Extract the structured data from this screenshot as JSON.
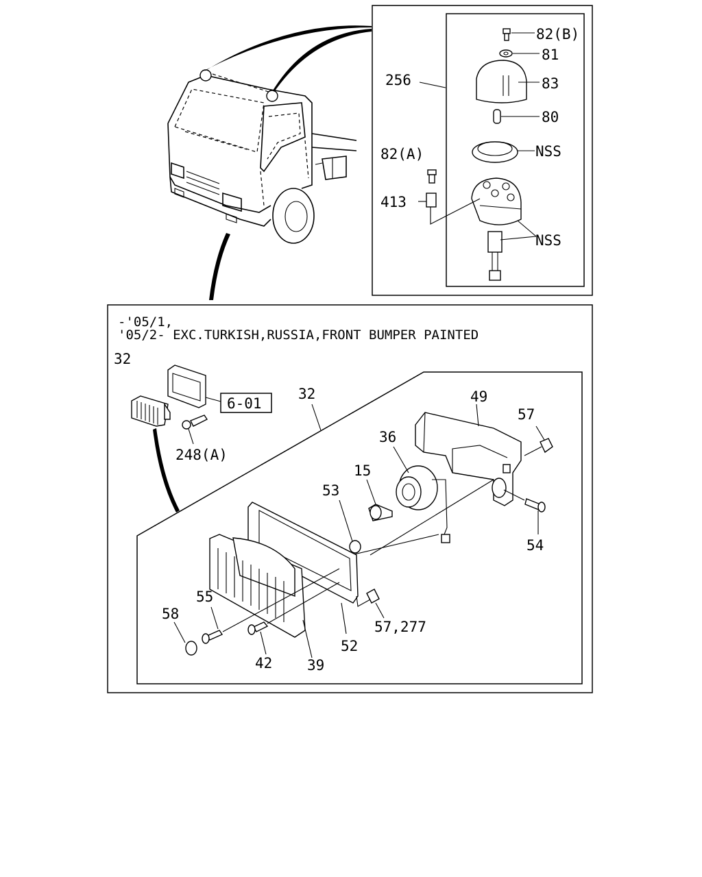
{
  "beacon_panel": {
    "labels": {
      "p82b": "82(B)",
      "p81": "81",
      "p83": "83",
      "p80": "80",
      "p256": "256",
      "p82a": "82(A)",
      "pnss1": "NSS",
      "p413": "413",
      "pnss2": "NSS"
    }
  },
  "foglamp_panel": {
    "note_line1": "-'05/1,",
    "note_line2": "'05/2- EXC.TURKISH,RUSSIA,FRONT BUMPER PAINTED",
    "ref_box": "6-01",
    "labels": {
      "p32a": "32",
      "p248a": "248(A)",
      "p32b": "32",
      "p49": "49",
      "p57": "57",
      "p36": "36",
      "p15": "15",
      "p53": "53",
      "p54": "54",
      "p55": "55",
      "p58": "58",
      "p42": "42",
      "p39": "39",
      "p52": "52",
      "p57_277": "57,277"
    }
  }
}
